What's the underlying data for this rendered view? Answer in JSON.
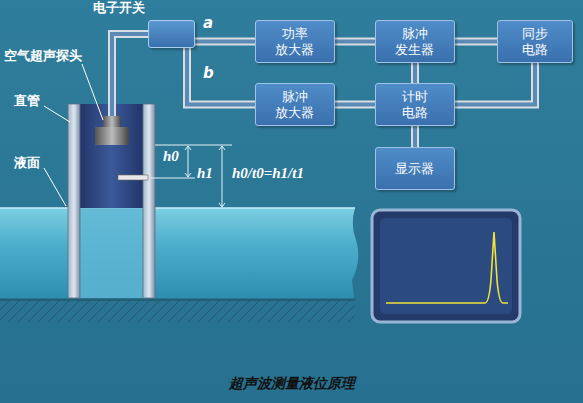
{
  "diagram": {
    "caption": "超声波测量液位原理",
    "nodes": [
      {
        "text": [
          "电子开关"
        ]
      },
      {
        "text": [
          "功率 放大器"
        ]
      },
      {
        "text": [
          "脉冲 发生器"
        ]
      },
      {
        "text": [
          "同步 电路"
        ]
      },
      {
        "text": [
          "脉冲 放大器"
        ]
      },
      {
        "text": [
          "计时 电路"
        ]
      },
      {
        "text": [
          "显示器"
        ]
      }
    ],
    "edges": [
      {
        "from": 0,
        "to": 1,
        "arrow": "none"
      },
      {
        "from": 1,
        "to": 2,
        "arrow": "none"
      },
      {
        "from": 2,
        "to": 3,
        "arrow": "none"
      },
      {
        "from": 0,
        "to": 4,
        "arrow": "none"
      },
      {
        "from": 4,
        "to": 5,
        "arrow": "none"
      },
      {
        "from": 2,
        "to": 5,
        "arrow": "none"
      },
      {
        "from": 3,
        "to": 5,
        "arrow": "none"
      },
      {
        "from": 5,
        "to": 6,
        "arrow": "none"
      }
    ],
    "labels": [
      "a",
      "b",
      "空气超声探头",
      "直管",
      "液面",
      "h0",
      "h1",
      "h0/t0=h1/t1"
    ]
  }
}
